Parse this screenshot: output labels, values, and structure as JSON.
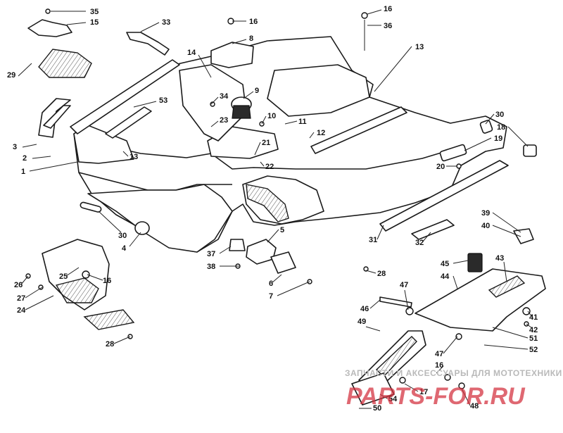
{
  "callouts": [
    {
      "id": "c35",
      "label": "35"
    },
    {
      "id": "c15",
      "label": "15"
    },
    {
      "id": "c33",
      "label": "33"
    },
    {
      "id": "c16a",
      "label": "16"
    },
    {
      "id": "c8",
      "label": "8"
    },
    {
      "id": "c16b",
      "label": "16"
    },
    {
      "id": "c36",
      "label": "36"
    },
    {
      "id": "c13a",
      "label": "13"
    },
    {
      "id": "c29",
      "label": "29"
    },
    {
      "id": "c14",
      "label": "14"
    },
    {
      "id": "c34",
      "label": "34"
    },
    {
      "id": "c9",
      "label": "9"
    },
    {
      "id": "c53",
      "label": "53"
    },
    {
      "id": "c10",
      "label": "10"
    },
    {
      "id": "c23",
      "label": "23"
    },
    {
      "id": "c11",
      "label": "11"
    },
    {
      "id": "c12",
      "label": "12"
    },
    {
      "id": "c30a",
      "label": "30"
    },
    {
      "id": "c18",
      "label": "18"
    },
    {
      "id": "c3",
      "label": "3"
    },
    {
      "id": "c2",
      "label": "2"
    },
    {
      "id": "c13b",
      "label": "13"
    },
    {
      "id": "c21",
      "label": "21"
    },
    {
      "id": "c19",
      "label": "19"
    },
    {
      "id": "c1",
      "label": "1"
    },
    {
      "id": "c20",
      "label": "20"
    },
    {
      "id": "c22",
      "label": "22"
    },
    {
      "id": "c30b",
      "label": "30"
    },
    {
      "id": "c4",
      "label": "4"
    },
    {
      "id": "c5",
      "label": "5"
    },
    {
      "id": "c31",
      "label": "31"
    },
    {
      "id": "c32",
      "label": "32"
    },
    {
      "id": "c39",
      "label": "39"
    },
    {
      "id": "c40",
      "label": "40"
    },
    {
      "id": "c37",
      "label": "37"
    },
    {
      "id": "c38",
      "label": "38"
    },
    {
      "id": "c45",
      "label": "45"
    },
    {
      "id": "c43",
      "label": "43"
    },
    {
      "id": "c28a",
      "label": "28"
    },
    {
      "id": "c44",
      "label": "44"
    },
    {
      "id": "c6",
      "label": "6"
    },
    {
      "id": "c7",
      "label": "7"
    },
    {
      "id": "c26",
      "label": "26"
    },
    {
      "id": "c25",
      "label": "25"
    },
    {
      "id": "c16c",
      "label": "16"
    },
    {
      "id": "c27",
      "label": "27"
    },
    {
      "id": "c24",
      "label": "24"
    },
    {
      "id": "c47a",
      "label": "47"
    },
    {
      "id": "c46",
      "label": "46"
    },
    {
      "id": "c41",
      "label": "41"
    },
    {
      "id": "c42",
      "label": "42"
    },
    {
      "id": "c49",
      "label": "49"
    },
    {
      "id": "c51",
      "label": "51"
    },
    {
      "id": "c28b",
      "label": "28"
    },
    {
      "id": "c52",
      "label": "52"
    },
    {
      "id": "c47b",
      "label": "47"
    },
    {
      "id": "c16d",
      "label": "16"
    },
    {
      "id": "c17",
      "label": "17"
    },
    {
      "id": "c54",
      "label": "54"
    },
    {
      "id": "c48",
      "label": "48"
    },
    {
      "id": "c50",
      "label": "50"
    }
  ],
  "watermark": {
    "caption": "ЗАПЧАСТИ И АКСЕССУАРЫ ДЛЯ МОТОТЕХНИКИ",
    "logo": "PARTS-FOR.RU",
    "color": "#d32f3c"
  }
}
